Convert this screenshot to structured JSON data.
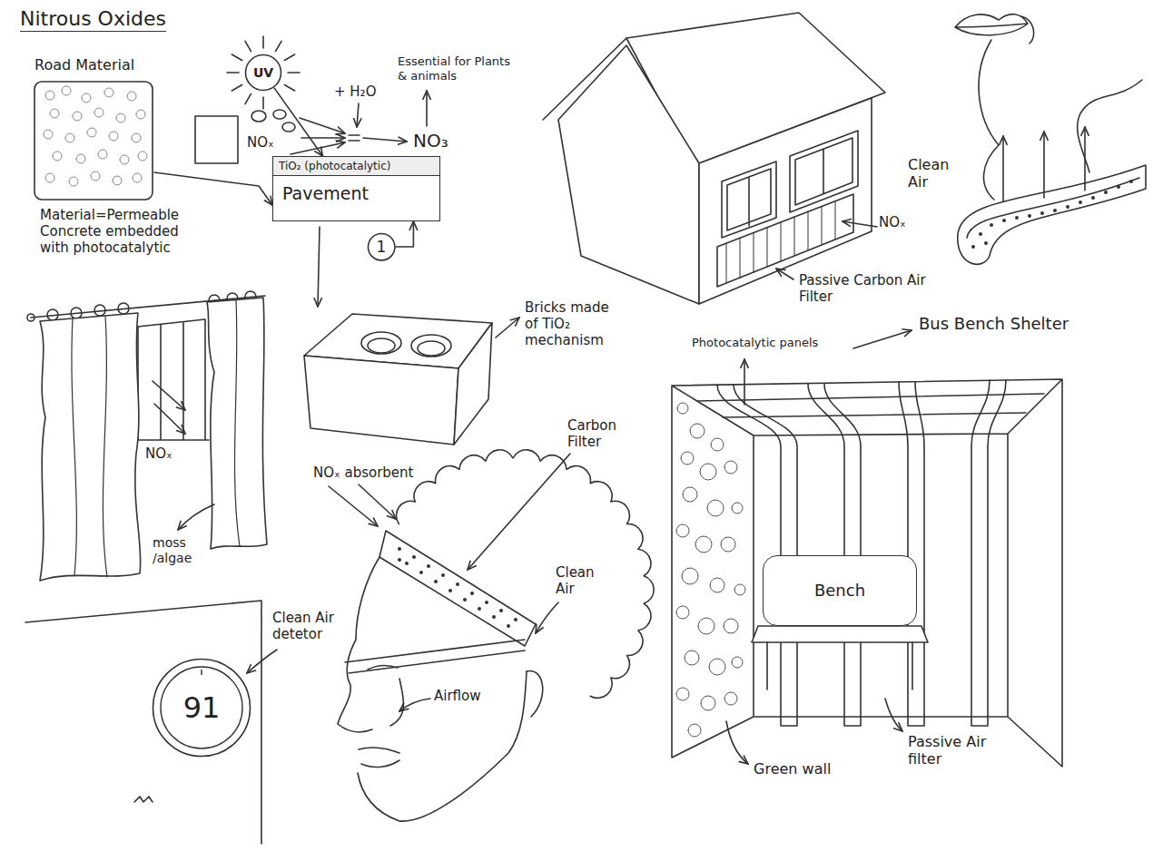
{
  "diagram": {
    "title": "Nitrous Oxides",
    "nodes": [
      {
        "text": [
          "Road Material"
        ]
      },
      {
        "text": [
          "UV"
        ]
      },
      {
        "text": [
          "TiO₂ (photocatalytic)",
          "Pavement"
        ]
      },
      {
        "text": [
          "1"
        ]
      },
      {
        "text": [
          "91"
        ]
      },
      {
        "text": [
          "Bench"
        ]
      }
    ],
    "edges": [
      {
        "from": 0,
        "to": 2,
        "arrow": "to"
      },
      {
        "from": 1,
        "to": 2,
        "arrow": "to"
      },
      {
        "from": 3,
        "to": 2,
        "arrow": "to"
      }
    ],
    "labels": [
      "NOₓ",
      "+ H₂O",
      "NO₃",
      "Essential for Plants & animals",
      "Material=Permeable Concrete embedded with photocatalytic",
      "NOₓ",
      "Passive Carbon Air Filter",
      "Clean Air",
      "Bricks made of TiO₂ mechanism",
      "Photocatalytic panels",
      "Bus Bench Shelter",
      "NOₓ",
      "moss /algae",
      "NOₓ absorbent",
      "Carbon Filter",
      "Clean Air",
      "Clean Air detetor",
      "Airflow",
      "Green wall",
      "Passive Air filter"
    ]
  }
}
